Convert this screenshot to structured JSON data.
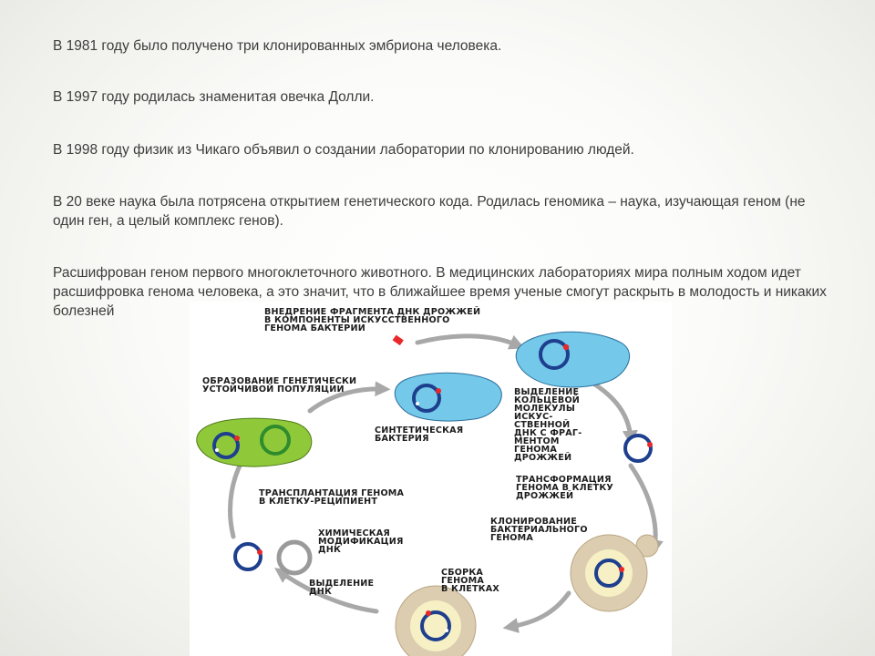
{
  "paragraphs": [
    "В 1981 году было получено три клонированных эмбриона человека.",
    "В 1997 году родилась знаменитая овечка Долли.",
    "В 1998 году физик из Чикаго объявил о создании лаборатории по клонированию людей.",
    "В 20 веке наука была потрясена открытием генетического кода. Родилась геномика – наука, изучающая геном (не один ген, а целый комплекс генов).",
    "Расшифрован геном первого многоклеточного животного. В медицинских лабораториях мира полным ходом идет расшифровка генома человека, а это значит, что в ближайшее время ученые смогут раскрыть в                                                                                                  молодость и никаких болезней"
  ],
  "diagram": {
    "labels": {
      "insertion": [
        "ВНЕДРЕНИЕ ФРАГМЕНТА ДНК ДРОЖЖЕЙ",
        "В КОМПОНЕНТЫ ИСКУССТВЕННОГО",
        "ГЕНОМА БАКТЕРИИ"
      ],
      "population": [
        "ОБРАЗОВАНИЕ ГЕНЕТИЧЕСКИ",
        "УСТОЙЧИВОЙ ПОПУЛЯЦИИ"
      ],
      "extraction_ring": [
        "ВЫДЕЛЕНИЕ",
        "КОЛЬЦЕВОЙ",
        "МОЛЕКУЛЫ",
        "ИСКУС-",
        "СТВЕННОЙ",
        "ДНК С ФРАГ-",
        "МЕНТОМ",
        "ГЕНОМА",
        "ДРОЖЖЕЙ"
      ],
      "synthetic": [
        "СИНТЕТИЧЕСКАЯ",
        "БАКТЕРИЯ"
      ],
      "transformation": [
        "ТРАНСФОРМАЦИЯ",
        "ГЕНОМА В КЛЕТКУ",
        "ДРОЖЖЕЙ"
      ],
      "transplant": [
        "ТРАНСПЛАНТАЦИЯ ГЕНОМА",
        "В КЛЕТКУ-РЕЦИПИЕНТ"
      ],
      "cloning": [
        "КЛОНИРОВАНИЕ",
        "БАКТЕРИАЛЬНОГО",
        "ГЕНОМА"
      ],
      "chemical": [
        "ХИМИЧЕСКАЯ",
        "МОДИФИКАЦИЯ",
        "ДНК"
      ],
      "extraction_dna": [
        "ВЫДЕЛЕНИЕ",
        "ДНК"
      ],
      "assembly": [
        "СБОРКА",
        "ГЕНОМА",
        "В КЛЕТКАХ"
      ]
    },
    "colors": {
      "cell_blue": "#74c9ea",
      "cell_green": "#8fc93a",
      "cell_yeast": "#dcccb0",
      "cell_yeast_inner": "#f6f0c4",
      "dna_ring": "#1e3f8e",
      "dna_fragment": "#e8282a",
      "arrow": "#a8a8a8"
    }
  }
}
